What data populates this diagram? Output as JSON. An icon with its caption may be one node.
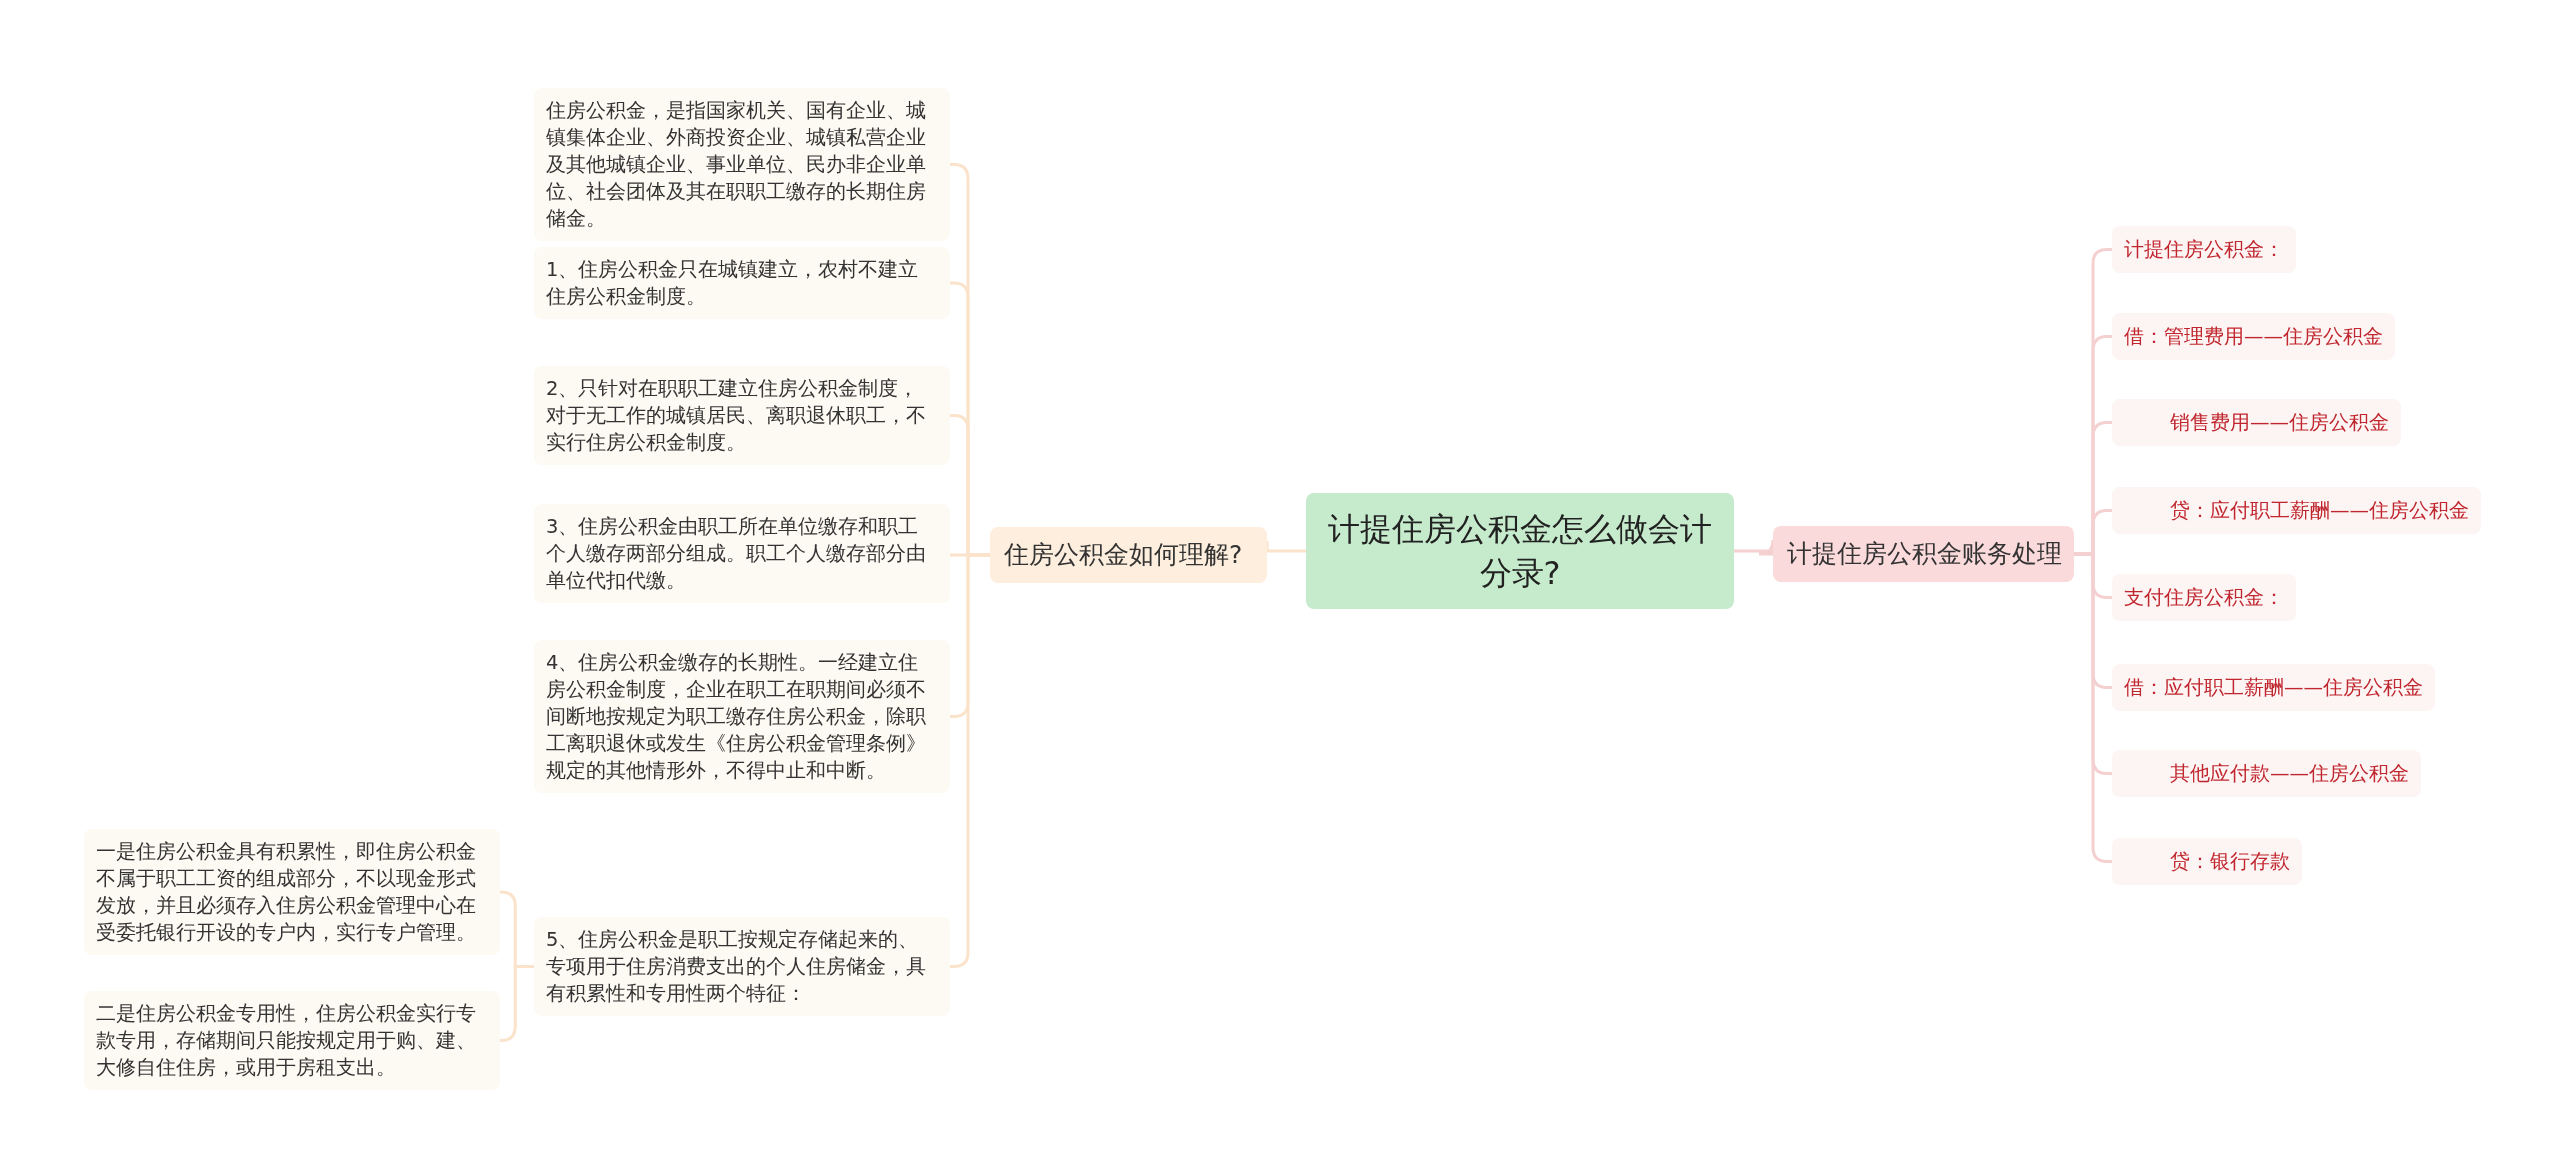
{
  "diagram": {
    "nodes": [
      {
        "text": [
          "计提住房公积金怎么做会计分录?"
        ]
      },
      {
        "text": [
          "住房公积金如何理解?"
        ]
      },
      {
        "text": [
          "计提住房公积金账务处理"
        ]
      },
      {
        "text": [
          "住房公积金，是指国家机关、国有企业、城镇集体企业、外商投资企业、城镇私营企业及其他城镇企业、事业单位、民办非企业单位、社会团体及其在职职工缴存的长期住房储金。"
        ]
      },
      {
        "text": [
          "1、住房公积金只在城镇建立，农村不建立住房公积金制度。"
        ]
      },
      {
        "text": [
          "2、只针对在职职工建立住房公积金制度，对于无工作的城镇居民、离职退休职工，不实行住房公积金制度。"
        ]
      },
      {
        "text": [
          "3、住房公积金由职工所在单位缴存和职工个人缴存两部分组成。职工个人缴存部分由单位代扣代缴。"
        ]
      },
      {
        "text": [
          "4、住房公积金缴存的长期性。一经建立住房公积金制度，企业在职工在职期间必须不间断地按规定为职工缴存住房公积金，除职工离职退休或发生《住房公积金管理条例》规定的其他情形外，不得中止和中断。"
        ]
      },
      {
        "text": [
          "5、住房公积金是职工按规定存储起来的、专项用于住房消费支出的个人住房储金，具有积累性和专用性两个特征："
        ]
      },
      {
        "text": [
          "一是住房公积金具有积累性，即住房公积金不属于职工工资的组成部分，不以现金形式发放，并且必须存入住房公积金管理中心在受委托银行开设的专户内，实行专户管理。"
        ]
      },
      {
        "text": [
          "二是住房公积金专用性，住房公积金实行专款专用，存储期间只能按规定用于购、建、大修自住住房，或用于房租支出。"
        ]
      },
      {
        "text": [
          "计提住房公积金："
        ]
      },
      {
        "text": [
          "借：管理费用——住房公积金"
        ]
      },
      {
        "text": [
          "销售费用——住房公积金"
        ]
      },
      {
        "text": [
          "贷：应付职工薪酬——住房公积金"
        ]
      },
      {
        "text": [
          "支付住房公积金："
        ]
      },
      {
        "text": [
          "借：应付职工薪酬——住房公积金"
        ]
      },
      {
        "text": [
          "其他应付款——住房公积金"
        ]
      },
      {
        "text": [
          "贷：银行存款"
        ]
      }
    ],
    "edges": [
      {
        "from": 0,
        "to": 1,
        "arrow": "none",
        "color": "#fbe3cb"
      },
      {
        "from": 0,
        "to": 2,
        "arrow": "none",
        "color": "#f4d0d1"
      },
      {
        "from": 1,
        "to": 3,
        "arrow": "none",
        "color": "#fbe3cb"
      },
      {
        "from": 1,
        "to": 4,
        "arrow": "none",
        "color": "#fbe3cb"
      },
      {
        "from": 1,
        "to": 5,
        "arrow": "none",
        "color": "#fbe3cb"
      },
      {
        "from": 1,
        "to": 6,
        "arrow": "none",
        "color": "#fbe3cb"
      },
      {
        "from": 1,
        "to": 7,
        "arrow": "none",
        "color": "#fbe3cb"
      },
      {
        "from": 1,
        "to": 8,
        "arrow": "none",
        "color": "#fbe3cb"
      },
      {
        "from": 8,
        "to": 9,
        "arrow": "none",
        "color": "#fbe3cb"
      },
      {
        "from": 8,
        "to": 10,
        "arrow": "none",
        "color": "#fbe3cb"
      },
      {
        "from": 2,
        "to": 11,
        "arrow": "none",
        "color": "#f4d0d1"
      },
      {
        "from": 2,
        "to": 12,
        "arrow": "none",
        "color": "#f4d0d1"
      },
      {
        "from": 2,
        "to": 13,
        "arrow": "none",
        "color": "#f4d0d1"
      },
      {
        "from": 2,
        "to": 14,
        "arrow": "none",
        "color": "#f4d0d1"
      },
      {
        "from": 2,
        "to": 15,
        "arrow": "none",
        "color": "#f4d0d1"
      },
      {
        "from": 2,
        "to": 16,
        "arrow": "none",
        "color": "#f4d0d1"
      },
      {
        "from": 2,
        "to": 17,
        "arrow": "none",
        "color": "#f4d0d1"
      },
      {
        "from": 2,
        "to": 18,
        "arrow": "none",
        "color": "#f4d0d1"
      }
    ]
  }
}
